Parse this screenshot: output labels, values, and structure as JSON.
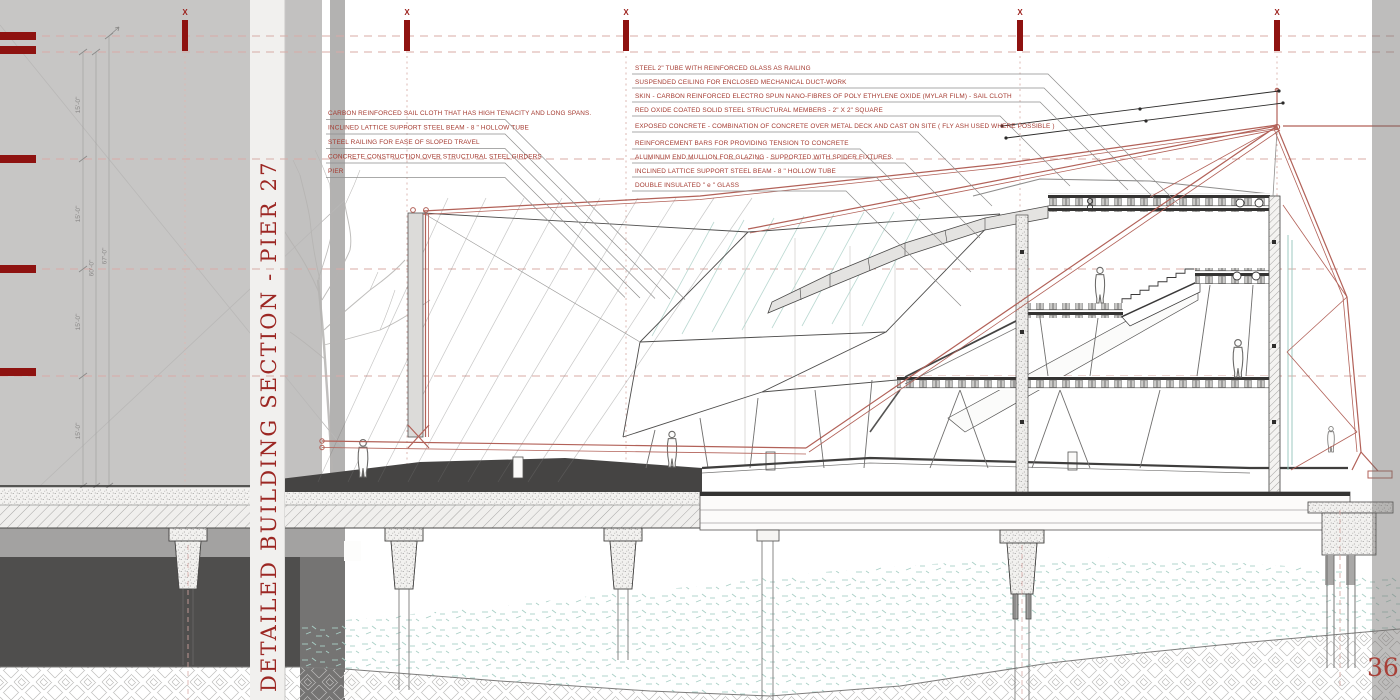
{
  "sheet": {
    "title": "DETAILED BUILDING SECTION - PIER 27",
    "page_number": "36"
  },
  "grid_markers": {
    "instances": [
      "X",
      "X",
      "X",
      "X",
      "X"
    ]
  },
  "dimensions": {
    "floor_heights": [
      "15'-0\"",
      "15'-0\"",
      "15'-0\"",
      "15'-0\""
    ],
    "subtotal": "60'-0\"",
    "total": "67'-0\""
  },
  "annotations_left": [
    "CARBON REINFORCED SAIL CLOTH THAT HAS HIGH TENACITY AND LONG SPANS.",
    "INCLINED LATTICE SUPPORT STEEL BEAM - 8 \" HOLLOW TUBE",
    "STEEL RAILING FOR EASE OF SLOPED TRAVEL",
    "CONCRETE CONSTRUCTION OVER STRUCTURAL STEEL GIRDERS",
    "PIER"
  ],
  "annotations_top": [
    "STEEL 2\" TUBE WITH REINFORCED GLASS AS RAILING",
    "SUSPENDED CEILING FOR ENCLOSED MECHANICAL DUCT-WORK",
    "SKIN  - CARBON REINFORCED ELECTRO SPUN NANO-FIBRES OF POLY ETHYLENE OXIDE (MYLAR FILM) - SAIL CLOTH",
    "RED OXIDE COATED SOLID STEEL STRUCTURAL MEMBERS - 2\" X 2\" SQUARE",
    "EXPOSED CONCRETE - COMBINATION OF CONCRETE OVER METAL DECK AND CAST ON SITE ( FLY ASH USED WHERE POSSIBLE )",
    "REINFORCEMENT BARS FOR PROVIDING TENSION TO CONCRETE",
    "ALUMINUM END MULLION FOR GLAZING - SUPPORTED WITH SPIDER FIXTURES.",
    "INCLINED LATTICE SUPPORT STEEL BEAM - 8 \" HOLLOW TUBE",
    "DOUBLE INSULATED \" e \" GLASS"
  ],
  "colors": {
    "marker_red": "#8e1210",
    "title_red": "#9c2723",
    "annotation_red": "#a43a30",
    "grid_dash_red": "#d8aba6",
    "lattice_red": "#b26158",
    "glass_teal": "#a9cfc6",
    "panel_gray": "#c7c6c5",
    "underground_gray": "#4f4e4d"
  }
}
